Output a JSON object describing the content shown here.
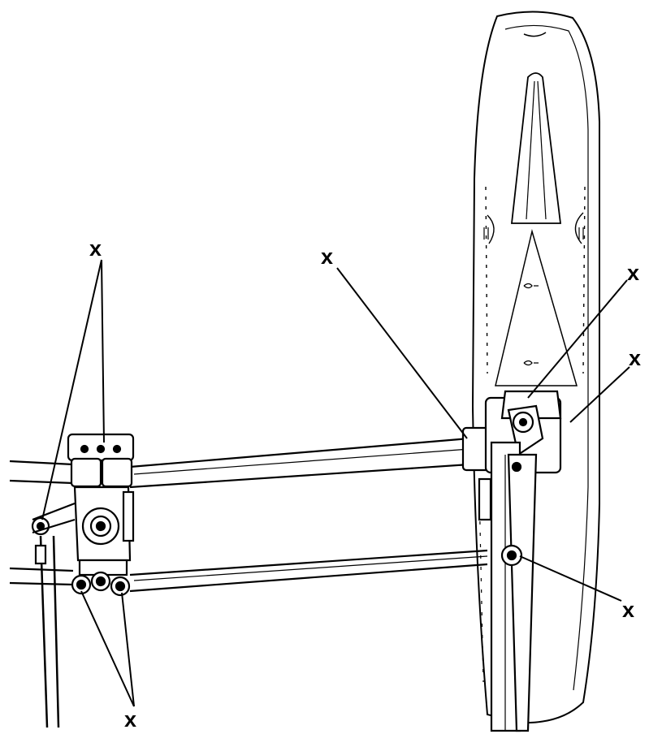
{
  "callouts": [
    {
      "id": "x-top-left",
      "label": "x"
    },
    {
      "id": "x-center",
      "label": "x"
    },
    {
      "id": "x-right-upper",
      "label": "x"
    },
    {
      "id": "x-right-middle",
      "label": "x"
    },
    {
      "id": "x-right-lower",
      "label": "x"
    },
    {
      "id": "x-bottom-left",
      "label": "x"
    }
  ],
  "colors": {
    "line": "#000000",
    "background": "#ffffff",
    "fill": "#ffffff"
  }
}
